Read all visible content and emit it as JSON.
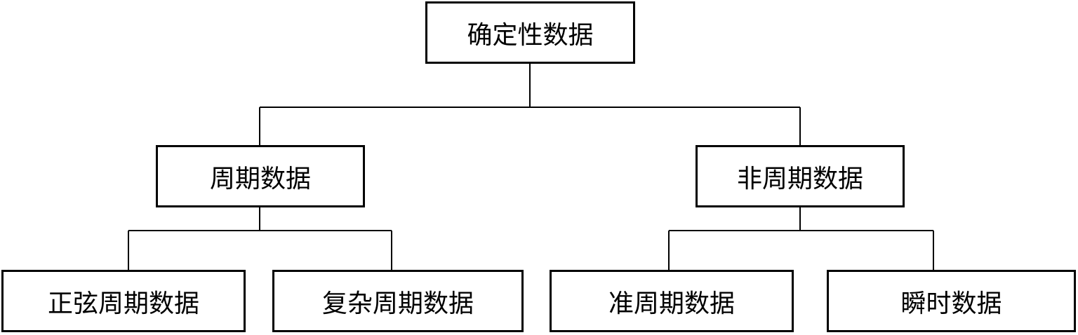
{
  "diagram": {
    "root": {
      "label": "确定性数据"
    },
    "periodic": {
      "label": "周期数据",
      "children": [
        {
          "label": "正弦周期数据"
        },
        {
          "label": "复杂周期数据"
        }
      ]
    },
    "aperiodic": {
      "label": "非周期数据",
      "children": [
        {
          "label": "准周期数据"
        },
        {
          "label": "瞬时数据"
        }
      ]
    },
    "line_color": "#000000",
    "box_border_color": "#000000",
    "background_color": "#ffffff"
  }
}
